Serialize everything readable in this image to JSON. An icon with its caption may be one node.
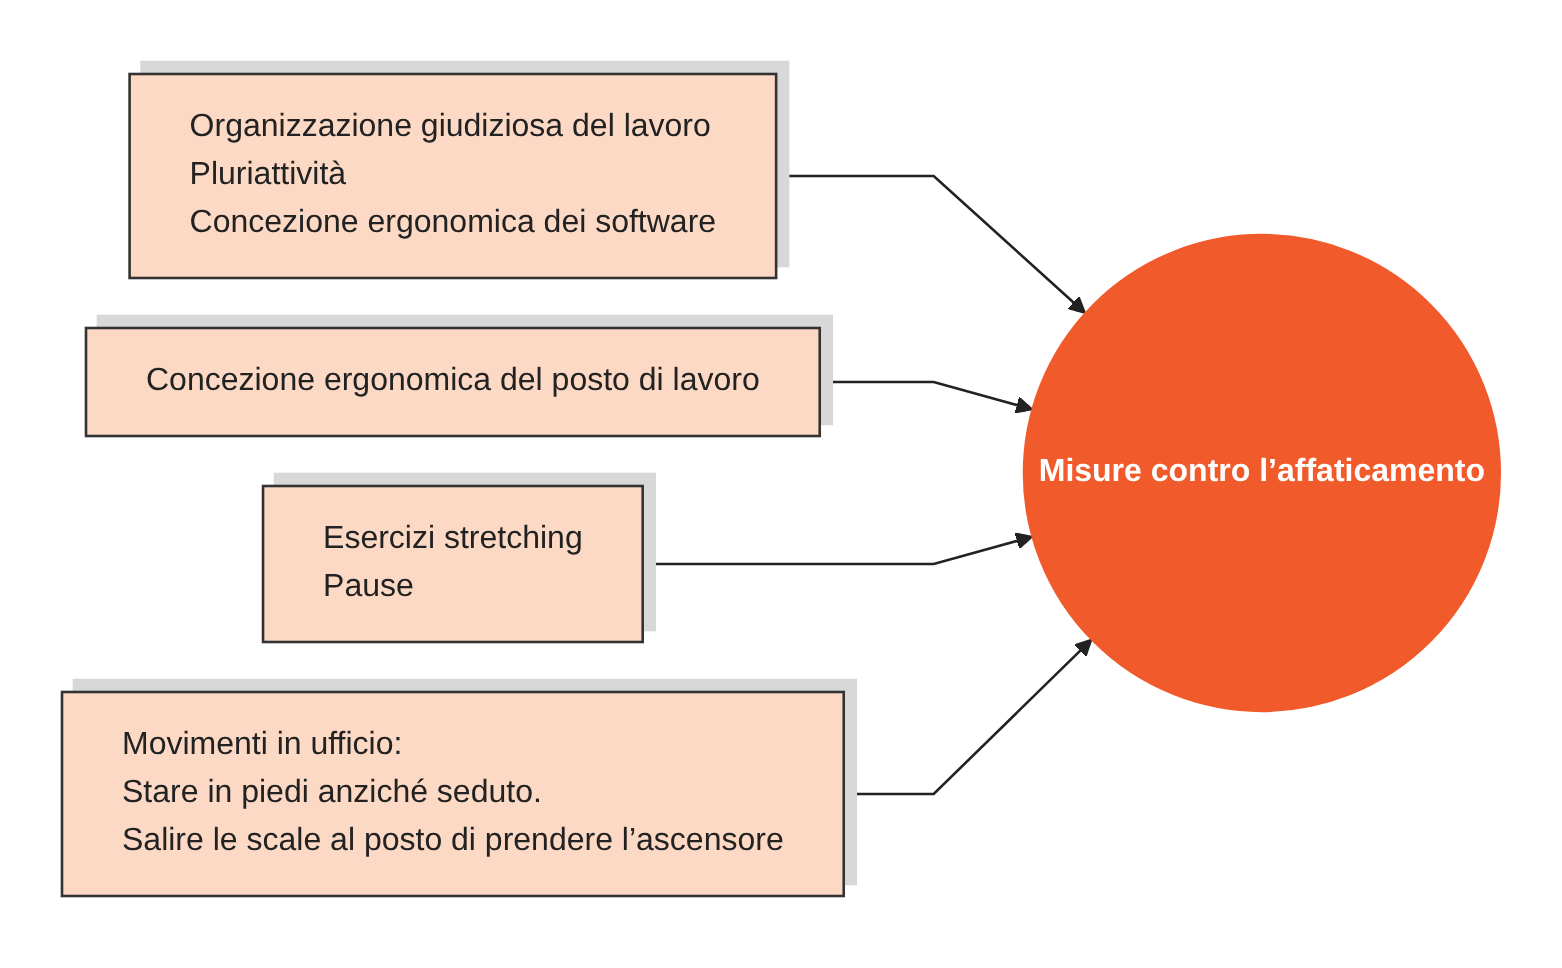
{
  "diagram": {
    "nodes": [
      {
        "text": [
          "Organizzazione giudiziosa del lavoro",
          "Pluriattività",
          "Concezione ergonomica dei software"
        ]
      },
      {
        "text": [
          "Concezione ergonomica del posto di lavoro"
        ]
      },
      {
        "text": [
          "Esercizi stretching",
          "Pause"
        ]
      },
      {
        "text": [
          "Movimenti in ufficio:",
          "Stare in piedi anziché seduto.",
          "Salire le scale al posto di prendere l’ascensore"
        ]
      },
      {
        "text": [
          "Misure contro l’affaticamento"
        ]
      }
    ],
    "edges": [
      {
        "from": 0,
        "to": 4,
        "arrow": "to"
      },
      {
        "from": 1,
        "to": 4,
        "arrow": "to"
      },
      {
        "from": 2,
        "to": 4,
        "arrow": "to"
      },
      {
        "from": 3,
        "to": 4,
        "arrow": "to"
      }
    ]
  }
}
